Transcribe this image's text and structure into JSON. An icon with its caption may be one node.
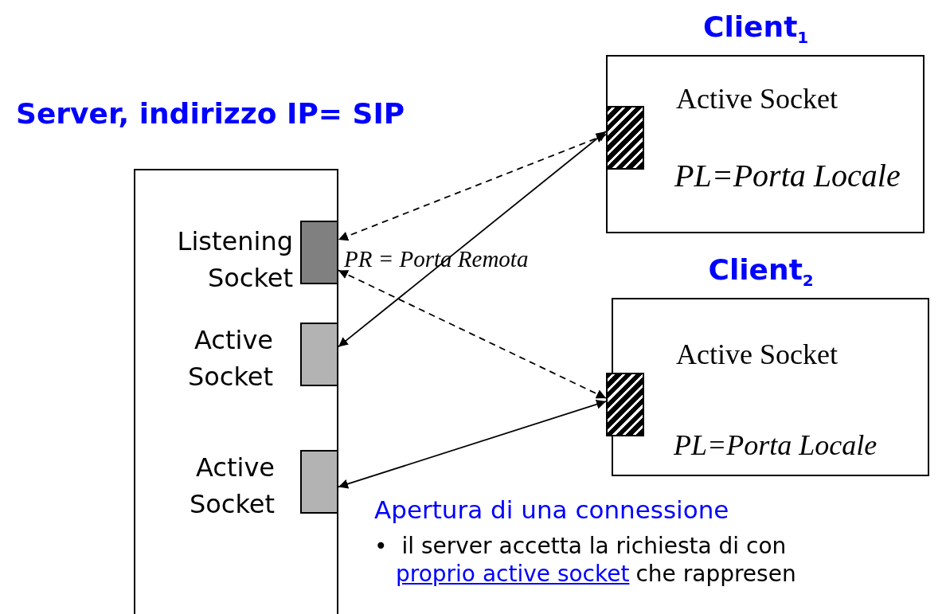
{
  "diagram": {
    "nodes": [
      {
        "text": [
          "Server, indirizzo IP= SIP"
        ]
      },
      {
        "text": [],
        "shape": "box",
        "in": 0,
        "beside": [
          "Listening Socket"
        ]
      },
      {
        "text": [],
        "shape": "box",
        "in": 0,
        "beside": [
          "Active Socket"
        ]
      },
      {
        "text": [],
        "shape": "box",
        "in": 0,
        "beside": [
          "Active Socket"
        ]
      },
      {
        "text": [
          "Client$_{1}$",
          "Active Socket",
          "PL=Porta Locale"
        ]
      },
      {
        "text": [],
        "shape": "box",
        "in": 4
      },
      {
        "text": [
          "Client$_{2}$",
          "Active Socket",
          "PL=Porta Locale"
        ]
      },
      {
        "text": [],
        "shape": "box",
        "in": 6
      }
    ],
    "edges": [
      {
        "from": 5,
        "to": 1,
        "arrow": "both",
        "style": "dashed"
      },
      {
        "from": 5,
        "to": 2,
        "arrow": "both"
      },
      {
        "from": 1,
        "to": 7,
        "arrow": "both",
        "style": "dashed"
      },
      {
        "from": 7,
        "to": 3,
        "arrow": "both"
      }
    ],
    "labels": [
      "PR = Porta Remota",
      "Apertura di una connessione",
      "•",
      "il server accetta la richiesta di con",
      "proprio active socket",
      "che rappresen"
    ]
  }
}
